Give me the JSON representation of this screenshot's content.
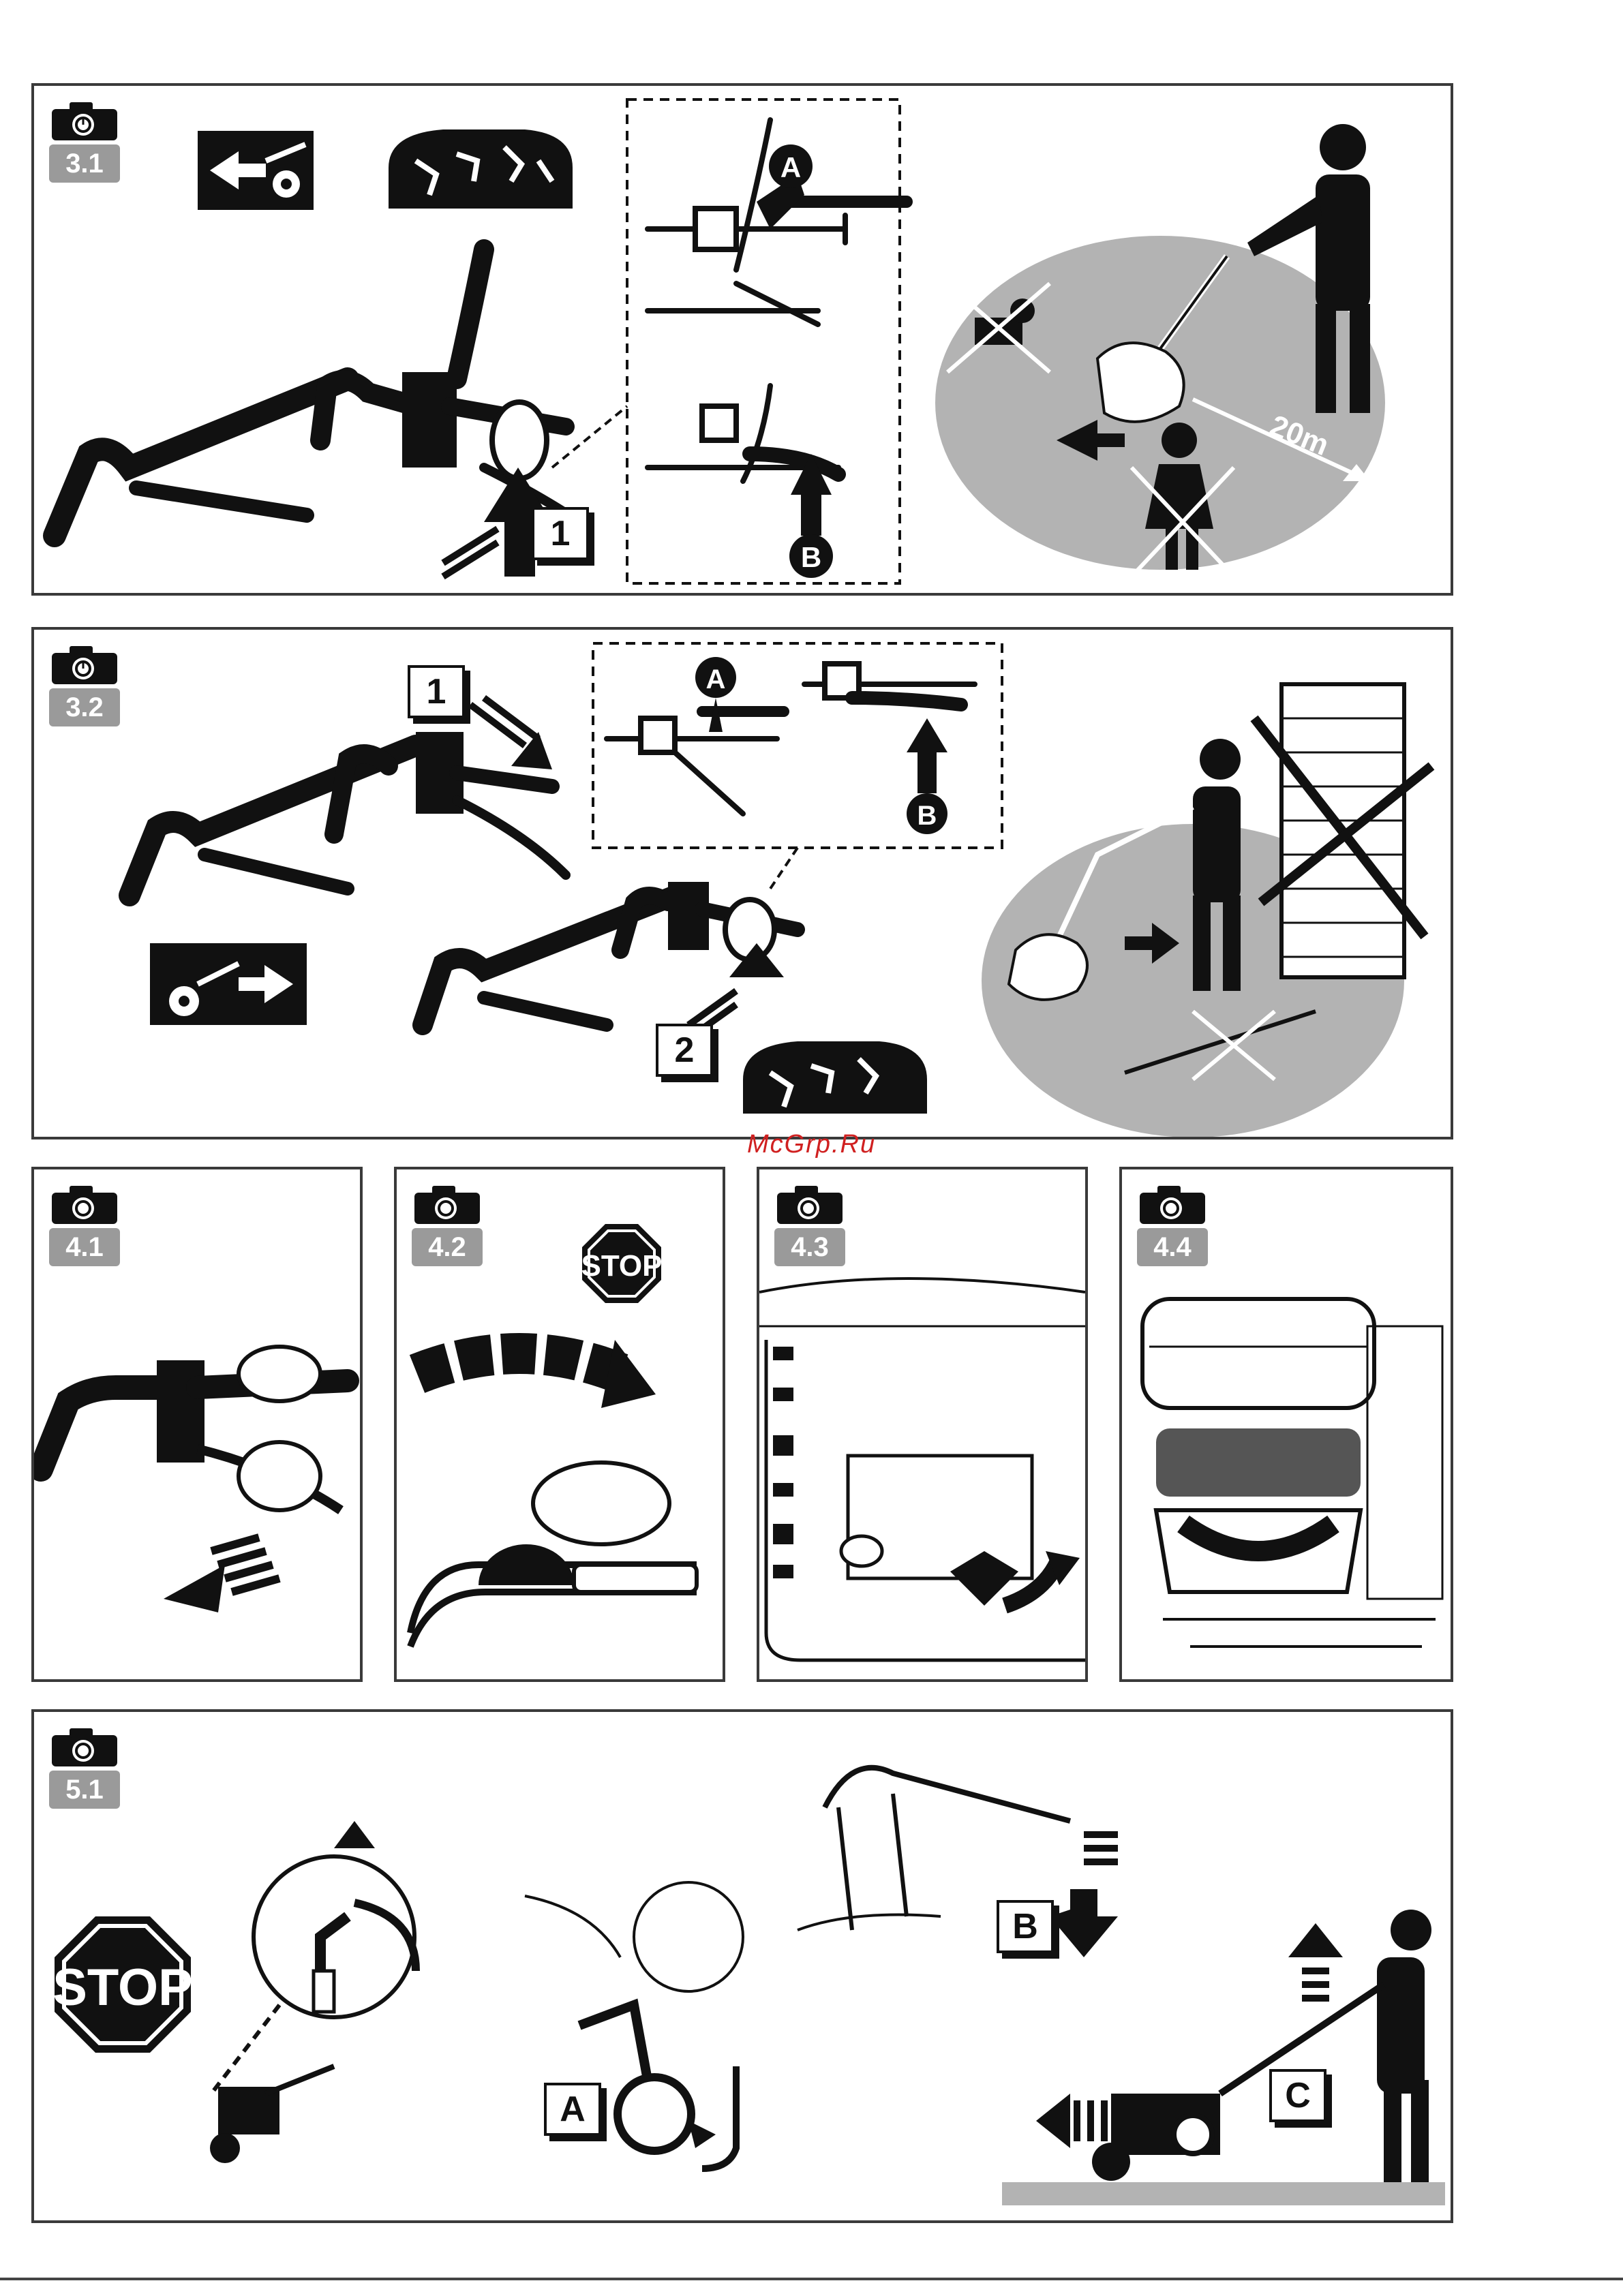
{
  "panels": {
    "p31": {
      "step": "3.1",
      "marker_1": "1",
      "label_a": "A",
      "label_b": "B",
      "distance": "20m"
    },
    "p32": {
      "step": "3.2",
      "marker_1": "1",
      "marker_2": "2",
      "label_a": "A",
      "label_b": "B"
    },
    "p41": {
      "step": "4.1"
    },
    "p42": {
      "step": "4.2",
      "stop": "STOP"
    },
    "p43": {
      "step": "4.3"
    },
    "p44": {
      "step": "4.4"
    },
    "p51": {
      "step": "5.1",
      "stop": "STOP",
      "label_a": "A",
      "label_b": "B",
      "label_c": "C"
    }
  },
  "watermark": "McGrp.Ru",
  "colors": {
    "panel_border": "#3a3a3a",
    "badge": "#9a9a9a",
    "zone": "#b3b3b3",
    "watermark": "#d02020"
  },
  "icons": [
    "camera-icon",
    "stop-sign-icon",
    "reverse-gear-icon",
    "forward-gear-icon",
    "tines-icon",
    "arrow-icon"
  ]
}
